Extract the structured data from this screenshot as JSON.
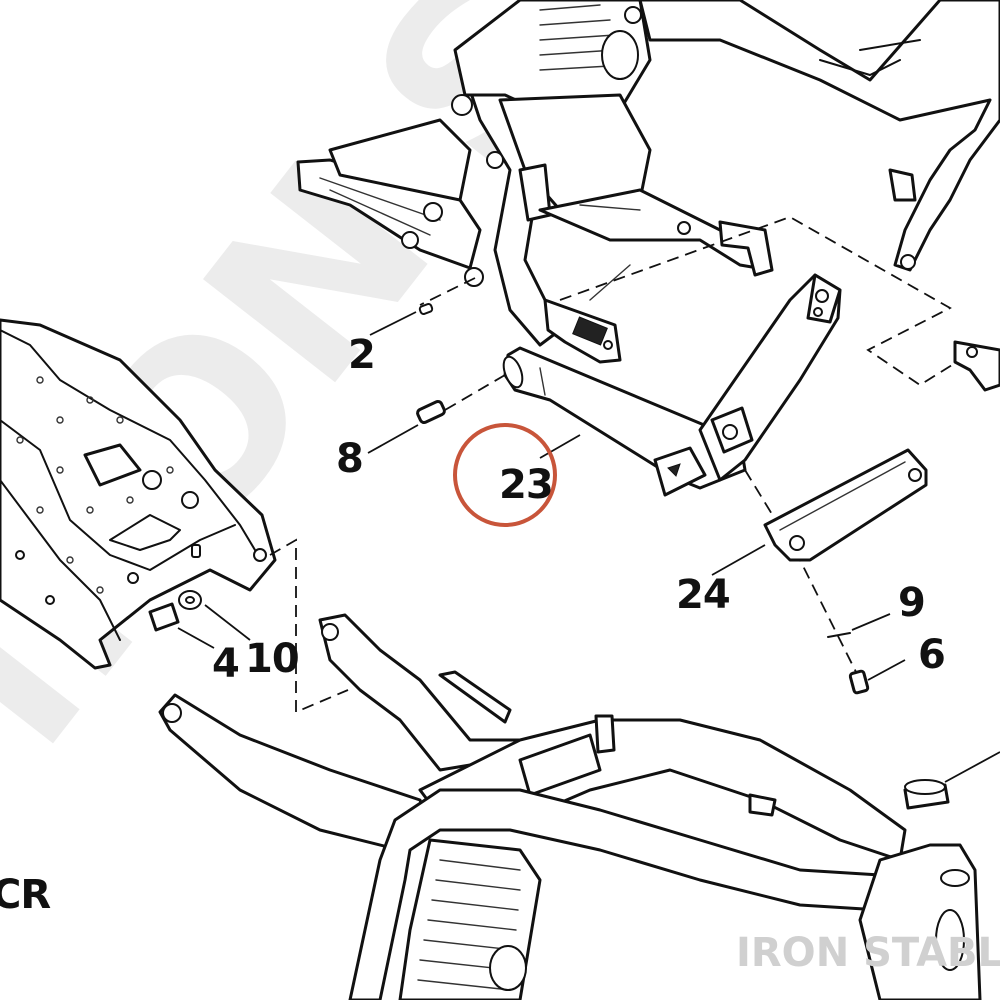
{
  "callouts": {
    "c2": "2",
    "c8": "8",
    "c23": "23",
    "c24": "24",
    "c9": "9",
    "c6": "6",
    "c4": "4",
    "c10": "10",
    "model": "CR"
  },
  "watermarks": {
    "diagonal": "IRON STABLE",
    "brand": "IRON STABLE"
  },
  "colors": {
    "highlight": "#c8553a",
    "ink": "#111111"
  }
}
